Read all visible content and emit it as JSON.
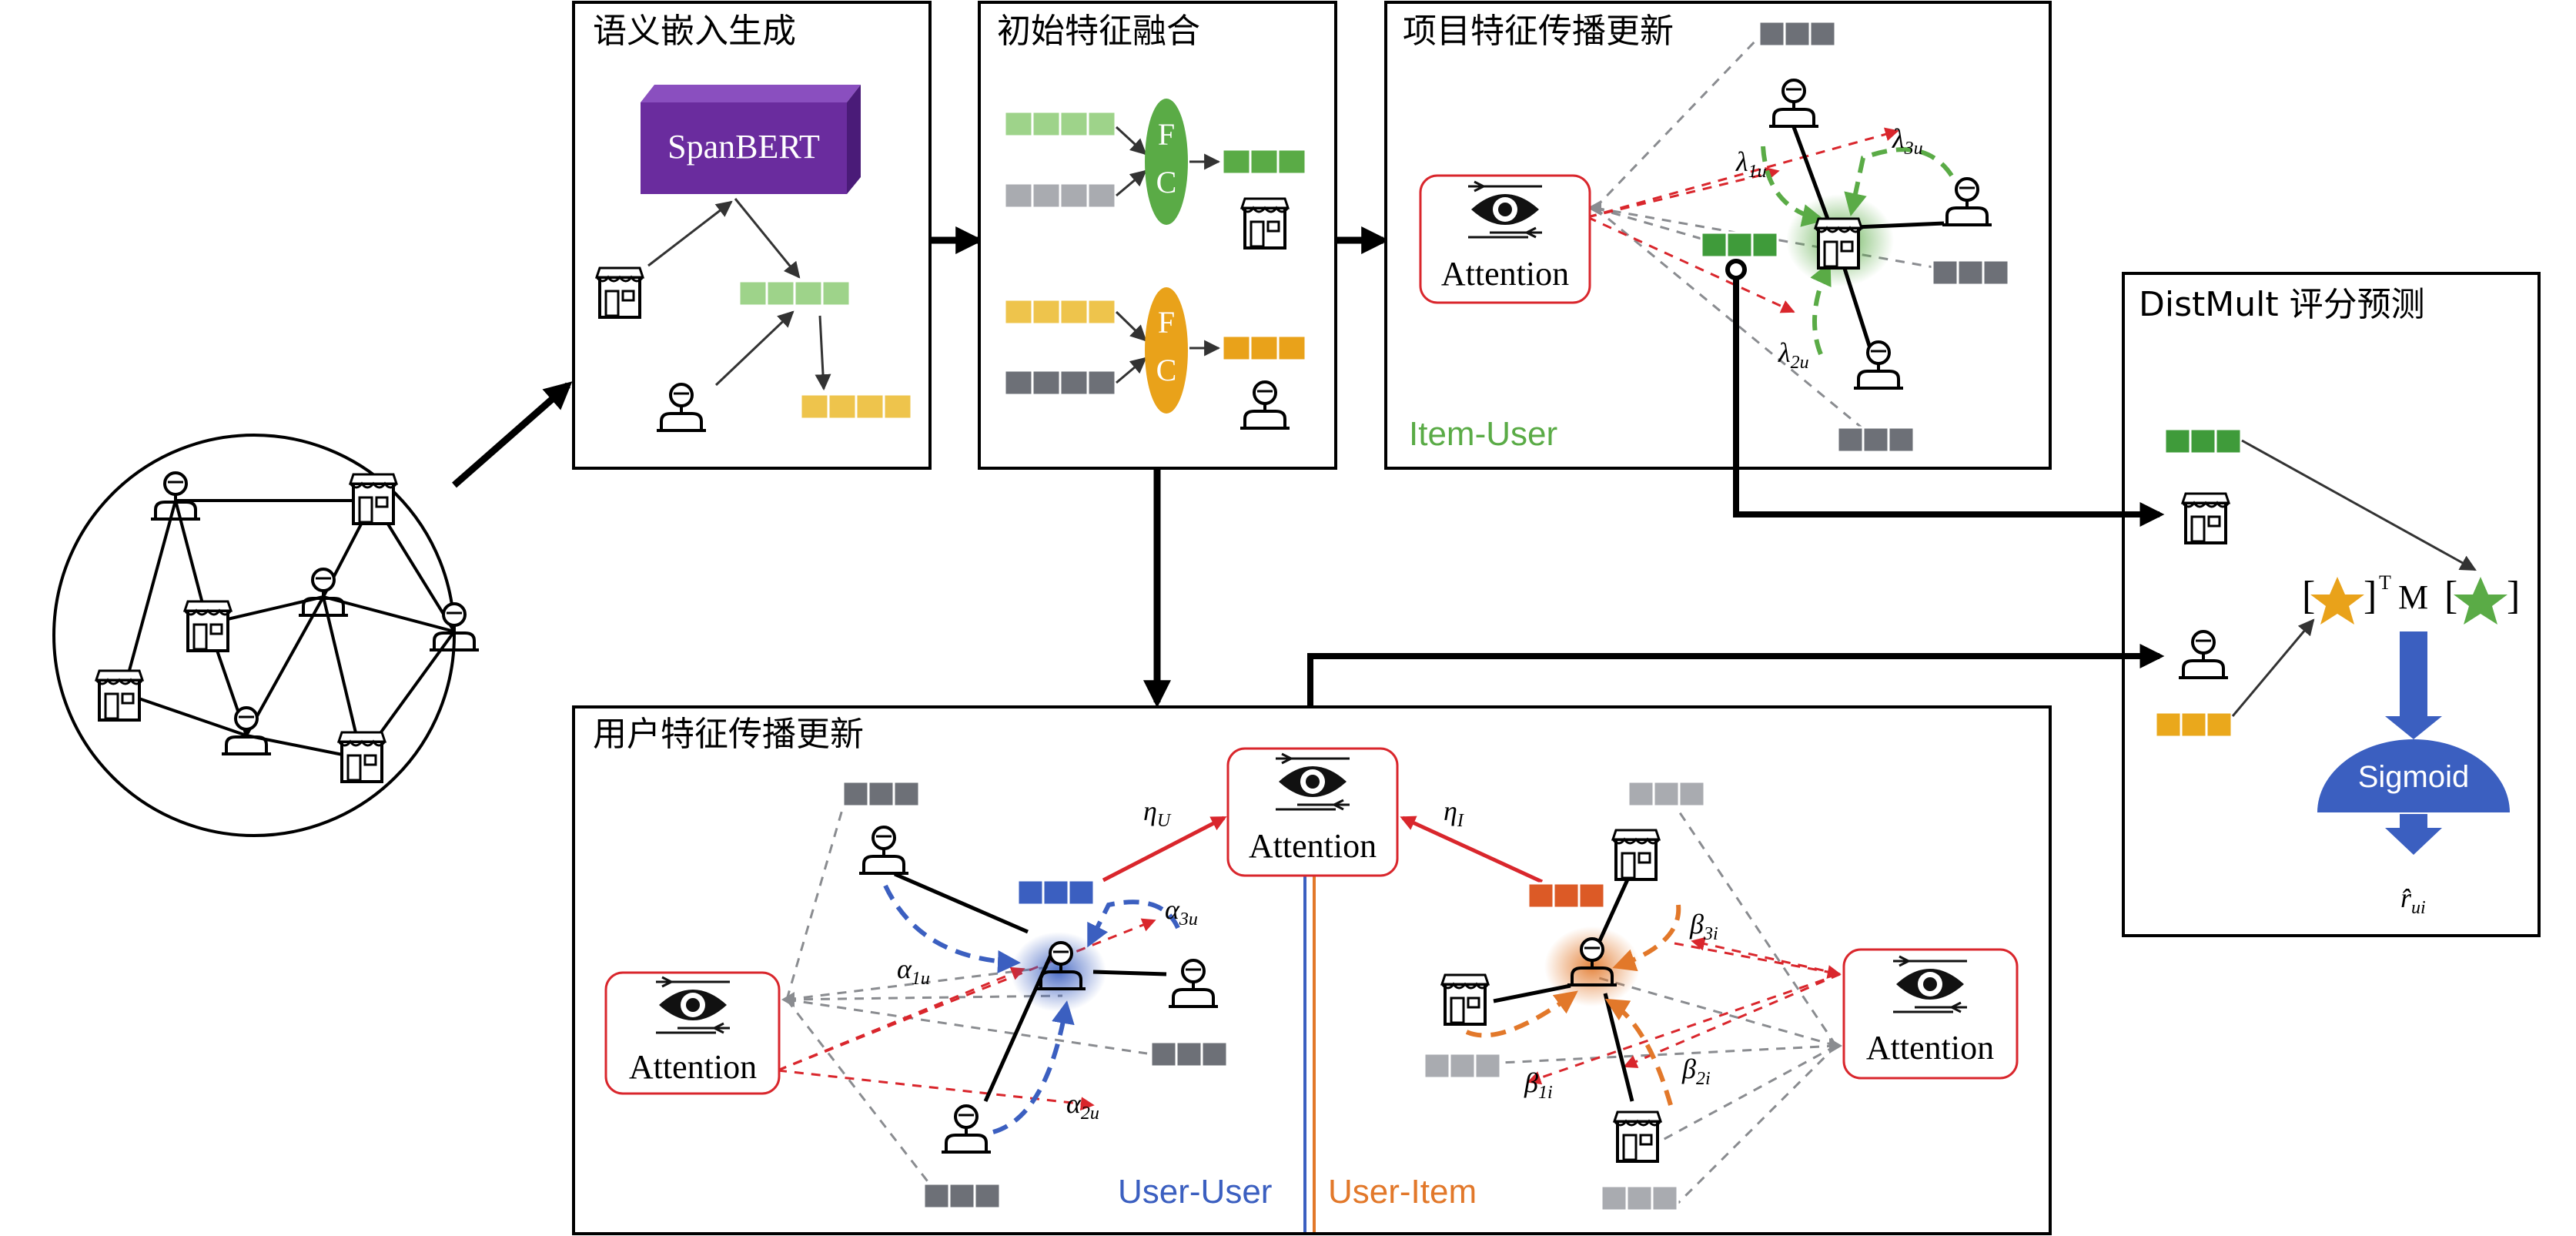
{
  "panels": {
    "semantic": {
      "title": "语义嵌入生成",
      "model": "SpanBERT"
    },
    "fusion": {
      "title": "初始特征融合",
      "fc_label": "F C"
    },
    "item_prop": {
      "title": "项目特征传播更新",
      "relation": "Item-User"
    },
    "user_prop": {
      "title": "用户特征传播更新",
      "relation_uu": "User-User",
      "relation_ui": "User-Item"
    },
    "distmult": {
      "title": "DistMult 评分预测",
      "formula_sup": "T",
      "formula_m": "M",
      "sigmoid": "Sigmoid"
    }
  },
  "attention_label": "Attention",
  "weights": {
    "lambda": [
      "λ",
      "1u",
      "2u",
      "3u"
    ],
    "alpha": [
      "α",
      "1u",
      "2u",
      "3u"
    ],
    "beta": [
      "β",
      "1i",
      "2i",
      "3i"
    ],
    "eta": [
      "η",
      "U",
      "I"
    ],
    "output": [
      "r̂",
      "ui"
    ]
  },
  "colors": {
    "green": "#5aab46",
    "light_green": "#9ed38a",
    "yellow": "#eec44c",
    "orange": "#e9a21a",
    "gray": "#6d7077",
    "light_gray": "#a9abb0",
    "purple": "#6a2c9e",
    "blue": "#3b5fc0",
    "red": "#d9262c",
    "dark_orange": "#dc5a26",
    "panel_border": "#000000"
  },
  "icons": [
    "user-icon",
    "store-icon",
    "eye-icon",
    "star-icon",
    "sigmoid-icon"
  ]
}
